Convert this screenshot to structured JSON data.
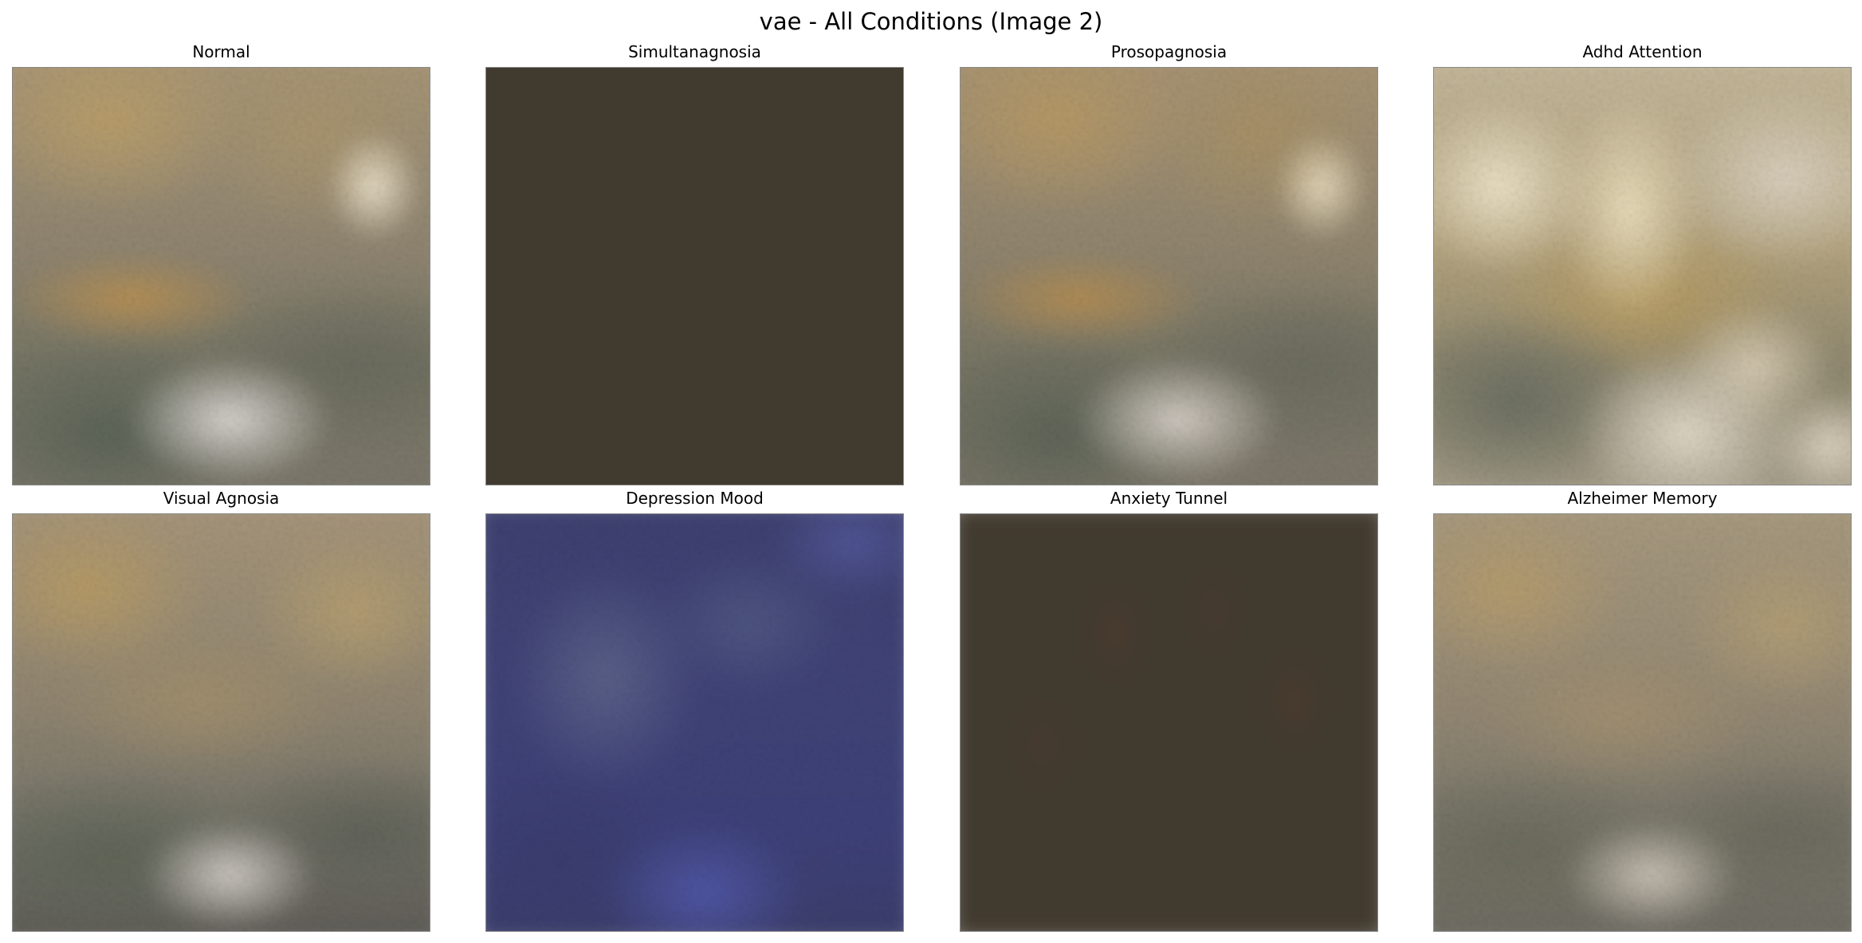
{
  "figure": {
    "title": "vae - All Conditions (Image 2)"
  },
  "panels": [
    {
      "title": "Normal"
    },
    {
      "title": "Simultanagnosia"
    },
    {
      "title": "Prosopagnosia"
    },
    {
      "title": "Adhd Attention"
    },
    {
      "title": "Visual Agnosia"
    },
    {
      "title": "Depression Mood"
    },
    {
      "title": "Anxiety Tunnel"
    },
    {
      "title": "Alzheimer Memory"
    }
  ]
}
